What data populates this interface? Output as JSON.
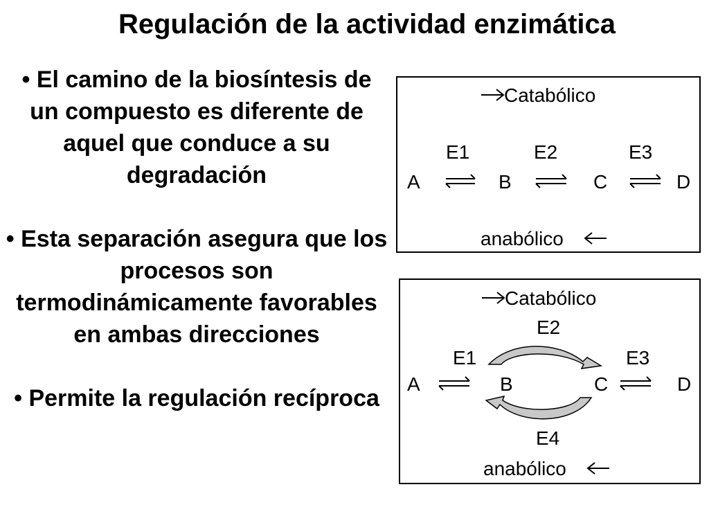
{
  "title": "Regulación de la actividad enzimática",
  "bullets": [
    {
      "symbol": "•",
      "text": "El camino de la biosíntesis de un compuesto es diferente de aquel que conduce a su degradación"
    },
    {
      "symbol": "•",
      "text": "Esta separación asegura que los procesos son termodinámicamente favorables en ambas direcciones"
    },
    {
      "symbol": "•",
      "text": "Permite la regulación recíproca"
    }
  ],
  "diagram1": {
    "catabolic_label": "Catabólico",
    "anabolic_label": "anabólico",
    "enzymes": [
      "E1",
      "E2",
      "E3"
    ],
    "nodes": [
      "A",
      "B",
      "C",
      "D"
    ]
  },
  "diagram2": {
    "catabolic_label": "Catabólico",
    "anabolic_label": "anabólico",
    "enzymes": {
      "e1": "E1",
      "e2": "E2",
      "e3": "E3",
      "e4": "E4"
    },
    "nodes": [
      "A",
      "B",
      "C",
      "D"
    ]
  },
  "icons": {
    "right_arrow": "arrow-right-icon",
    "left_arrow": "arrow-left-icon",
    "equilibrium": "equilibrium-arrows-icon"
  },
  "colors": {
    "text": "#000000",
    "arc_fill": "#c8c8c8",
    "background": "#ffffff"
  }
}
